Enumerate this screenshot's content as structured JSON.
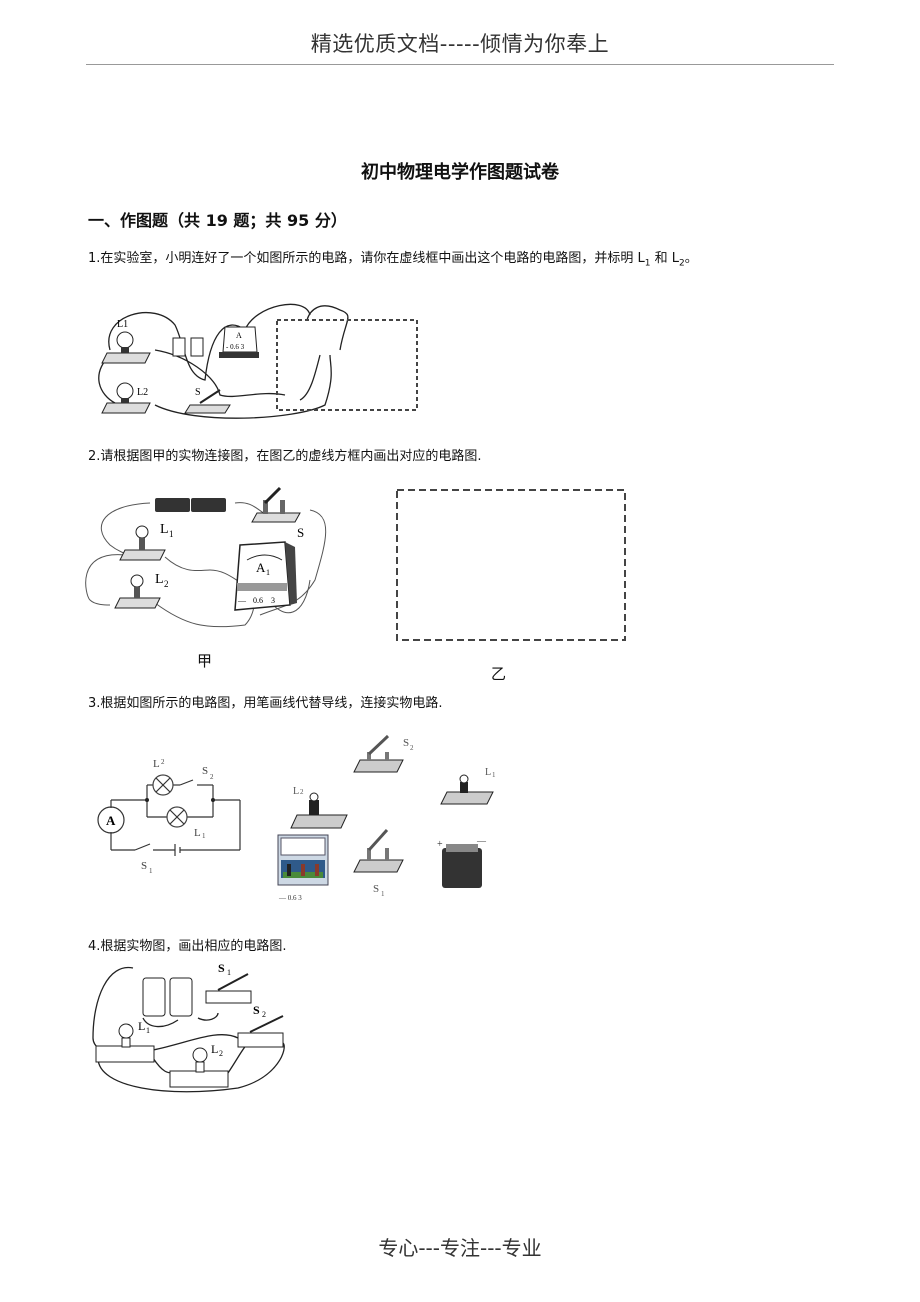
{
  "header": {
    "text": "精选优质文档-----倾情为你奉上"
  },
  "document": {
    "title": "初中物理电学作图题试卷",
    "section": "一、作图题（共 19 题；共 95 分）",
    "questions": [
      {
        "number": "1.",
        "text_before": "在实验室，小明连好了一个如图所示的电路，请你在虚线框中画出这个电路的电路图，并标明 L",
        "sub1": "1",
        "mid": " 和 L",
        "sub2": "2",
        "text_after": "。",
        "figure_labels": {
          "l1": "L1",
          "l2": "L2",
          "switch": "S",
          "ammeter": "A",
          "ammeter_scale": "- 0.6 3"
        }
      },
      {
        "number": "2.",
        "text": "请根据图甲的实物连接图，在图乙的虚线方框内画出对应的电路图.",
        "figure_labels": {
          "l1": "L",
          "l1_sub": "1",
          "l2": "L",
          "l2_sub": "2",
          "switch": "S",
          "ammeter": "A",
          "ammeter_sub": "1",
          "scale_minus": "—",
          "scale_06": "0.6",
          "scale_3": "3"
        },
        "caption_left": "甲",
        "caption_right": "乙"
      },
      {
        "number": "3.",
        "text": "根据如图所示的电路图，用笔画线代替导线，连接实物电路.",
        "figure_labels": {
          "ammeter": "A",
          "l1": "L",
          "l1_sub": "1",
          "l2": "L",
          "l2_sub": "2",
          "s1": "S",
          "s1_sub": "1",
          "s2": "S",
          "s2_sub": "2",
          "meter_scale": "— 0.6   3",
          "plus": "+",
          "minus": "—"
        }
      },
      {
        "number": "4.",
        "text": "根据实物图，画出相应的电路图.",
        "figure_labels": {
          "l1": "L",
          "l1_sub": "1",
          "l2": "L",
          "l2_sub": "2",
          "s1": "S",
          "s1_sub": "1",
          "s2": "S",
          "s2_sub": "2"
        }
      }
    ]
  },
  "footer": {
    "text": "专心---专注---专业"
  }
}
